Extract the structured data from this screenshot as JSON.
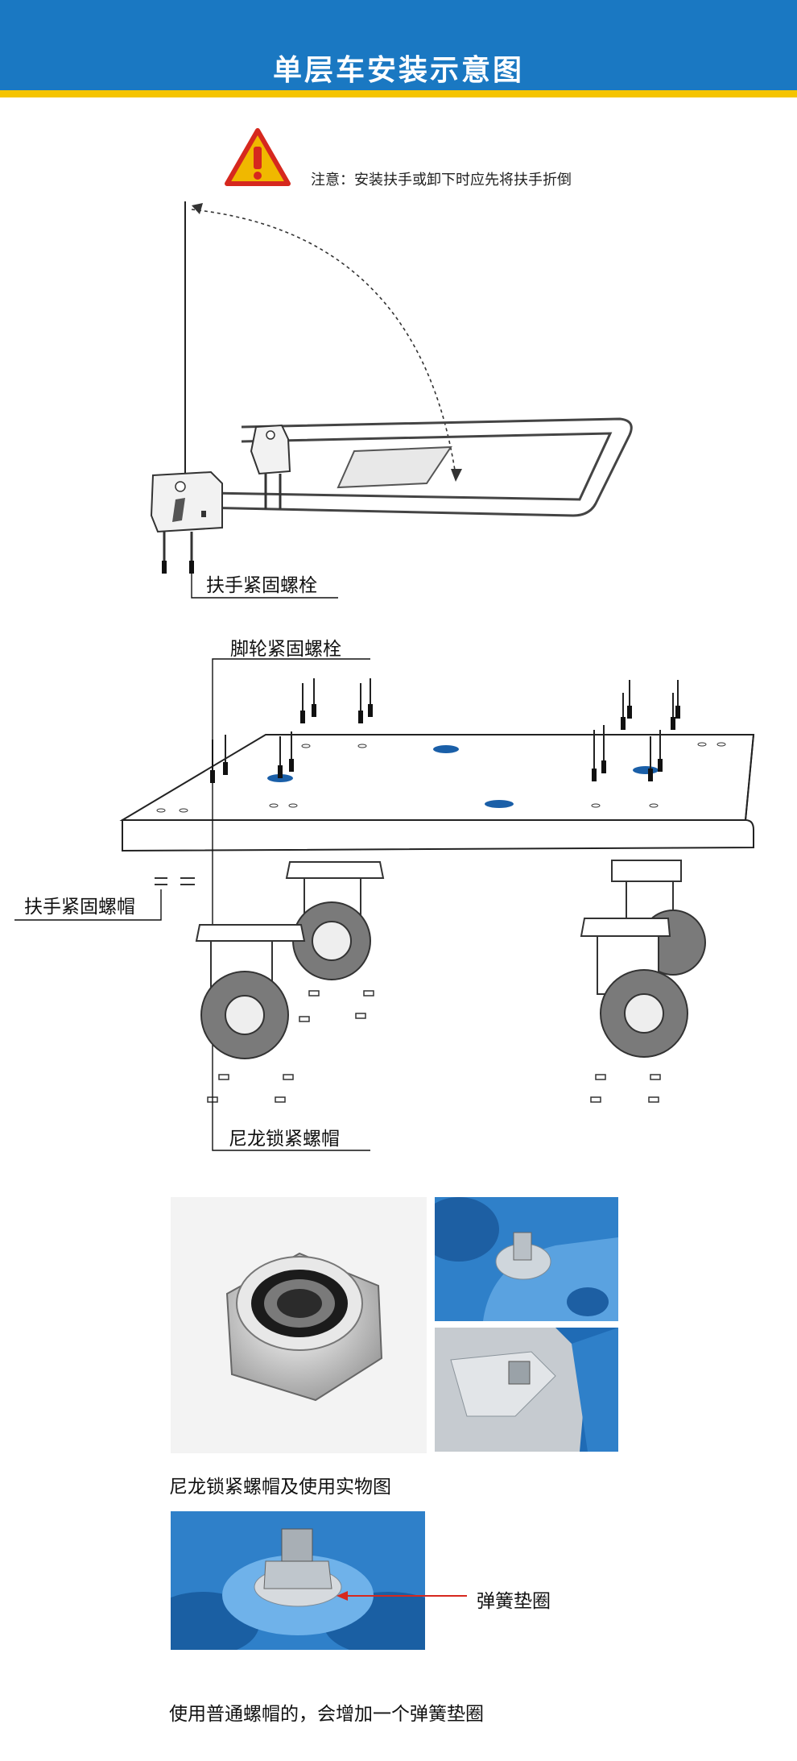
{
  "header": {
    "title": "单层车安装示意图",
    "bg_color": "#1a78c2",
    "stripe_color": "#f5c400"
  },
  "warning": {
    "icon": "warning-triangle-icon",
    "note": "注意：安装扶手或卸下时应先将扶手折倒"
  },
  "diagram_handle": {
    "bolt_label": "扶手紧固螺栓"
  },
  "diagram_base": {
    "caster_bolt_label": "脚轮紧固螺栓",
    "handle_nut_label": "扶手紧固螺帽",
    "nylon_nut_label": "尼龙锁紧螺帽"
  },
  "photos": {
    "nylon_caption": "尼龙锁紧螺帽及使用实物图",
    "washer_label": "弹簧垫圈",
    "washer_caption": "使用普通螺帽的，会增加一个弹簧垫圈"
  },
  "colors": {
    "photo_blue": "#2f80c9",
    "nut_dark": "#4a4a4a"
  }
}
